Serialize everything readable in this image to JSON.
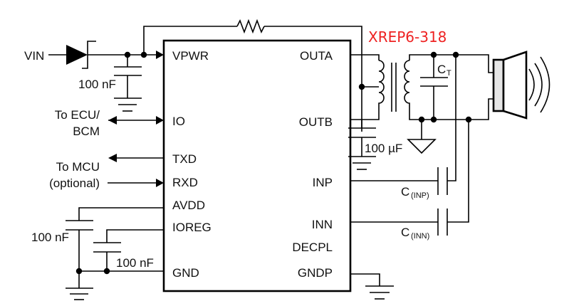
{
  "title": "XREP6-318",
  "ic": {
    "left_pins": [
      "VPWR",
      "IO",
      "TXD",
      "RXD",
      "AVDD",
      "IOREG",
      "GND"
    ],
    "right_pins": [
      "OUTA",
      "OUTB",
      "INP",
      "INN",
      "DECPL",
      "GNDP"
    ]
  },
  "labels": {
    "vin": "VIN",
    "ecu_line1": "To ECU/",
    "ecu_line2": "BCM",
    "mcu_line1": "To MCU",
    "mcu_line2": "(optional)",
    "cap_vpwr": "100 nF",
    "cap_avdd": "100 nF",
    "cap_ioreg": "100 nF",
    "cap_outb": "100 µF",
    "ct_main": "C",
    "ct_sub": "T",
    "cinp_main": "C",
    "cinp_sub": "(INP)",
    "cinn_main": "C",
    "cinn_sub": "(INN)"
  },
  "colors": {
    "accent": "#ee2222",
    "line": "#000000"
  }
}
